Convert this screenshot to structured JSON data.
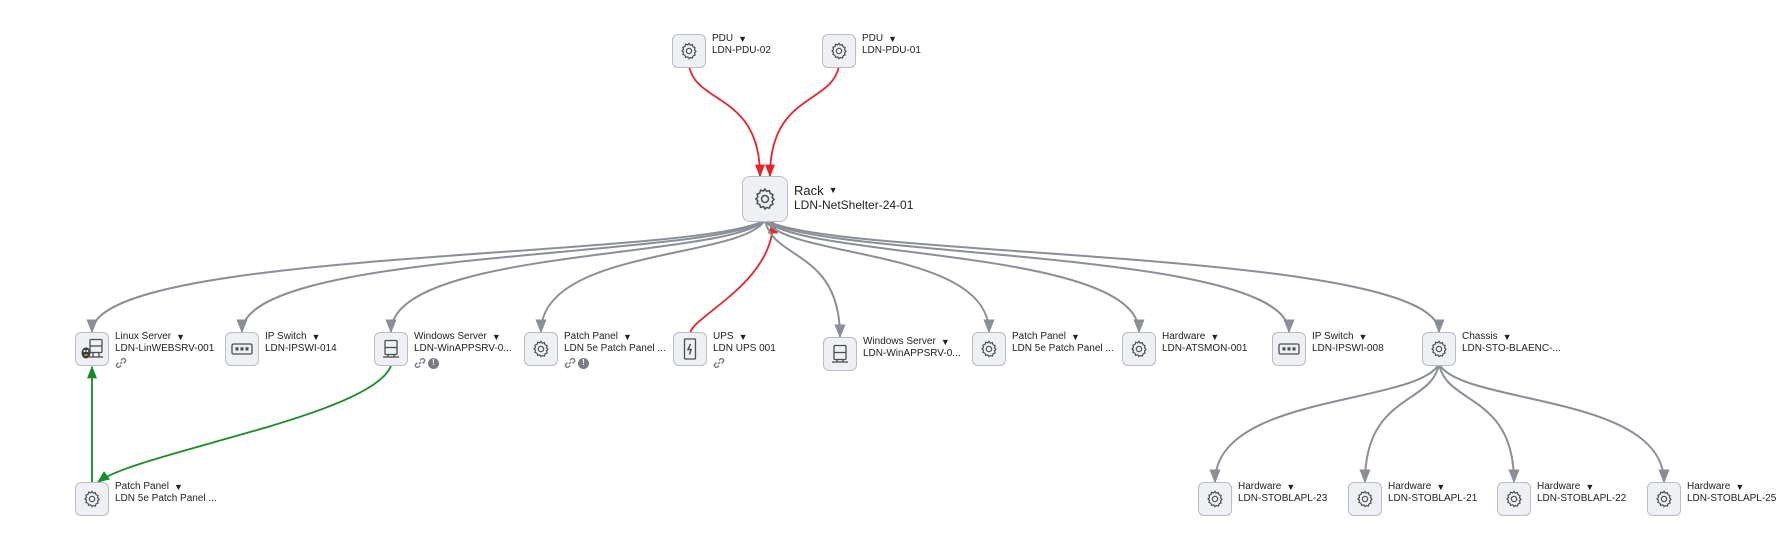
{
  "nodes": [
    {
      "id": "pdu2",
      "type": "PDU",
      "name": "LDN-PDU-02",
      "icon": "gear-icon"
    },
    {
      "id": "pdu1",
      "type": "PDU",
      "name": "LDN-PDU-01",
      "icon": "gear-icon"
    },
    {
      "id": "rack",
      "type": "Rack",
      "name": "LDN-NetShelter-24-01",
      "icon": "gear-icon",
      "big": true
    },
    {
      "id": "linux",
      "type": "Linux Server",
      "name": "LDN-LinWEBSRV-001",
      "icon": "linux-server-icon",
      "link": true
    },
    {
      "id": "ipsw14",
      "type": "IP Switch",
      "name": "LDN-IPSWI-014",
      "icon": "switch-icon"
    },
    {
      "id": "win1",
      "type": "Windows Server",
      "name": "LDN-WinAPPSRV-0...",
      "icon": "server-icon",
      "link": true,
      "warn": true
    },
    {
      "id": "pp1",
      "type": "Patch Panel",
      "name": "LDN 5e Patch Panel ...",
      "icon": "gear-icon",
      "link": true,
      "warn": true
    },
    {
      "id": "ups",
      "type": "UPS",
      "name": "LDN UPS 001",
      "icon": "ups-icon",
      "link": true
    },
    {
      "id": "win2",
      "type": "Windows Server",
      "name": "LDN-WinAPPSRV-0...",
      "icon": "server-icon"
    },
    {
      "id": "pp2",
      "type": "Patch Panel",
      "name": "LDN 5e Patch Panel ...",
      "icon": "gear-icon"
    },
    {
      "id": "hwatsm",
      "type": "Hardware",
      "name": "LDN-ATSMON-001",
      "icon": "gear-icon"
    },
    {
      "id": "ipsw8",
      "type": "IP Switch",
      "name": "LDN-IPSWI-008",
      "icon": "switch-icon"
    },
    {
      "id": "chassis",
      "type": "Chassis",
      "name": "LDN-STO-BLAENC-...",
      "icon": "gear-icon"
    },
    {
      "id": "pp3",
      "type": "Patch Panel",
      "name": "LDN 5e Patch Panel ...",
      "icon": "gear-icon"
    },
    {
      "id": "hw23",
      "type": "Hardware",
      "name": "LDN-STOBLAPL-23",
      "icon": "gear-icon"
    },
    {
      "id": "hw21",
      "type": "Hardware",
      "name": "LDN-STOBLAPL-21",
      "icon": "gear-icon"
    },
    {
      "id": "hw22",
      "type": "Hardware",
      "name": "LDN-STOBLAPL-22",
      "icon": "gear-icon"
    },
    {
      "id": "hw25",
      "type": "Hardware",
      "name": "LDN-STOBLAPL-25",
      "icon": "gear-icon"
    }
  ],
  "edges": [
    {
      "from": "pdu2",
      "to": "rack",
      "color": "#e8242b"
    },
    {
      "from": "pdu1",
      "to": "rack",
      "color": "#e8242b"
    },
    {
      "from": "ups",
      "to": "rack",
      "color": "#e8242b"
    },
    {
      "from": "rack",
      "to": "linux",
      "color": "#8a8e96"
    },
    {
      "from": "rack",
      "to": "ipsw14",
      "color": "#8a8e96"
    },
    {
      "from": "rack",
      "to": "win1",
      "color": "#8a8e96"
    },
    {
      "from": "rack",
      "to": "pp1",
      "color": "#8a8e96"
    },
    {
      "from": "rack",
      "to": "win2",
      "color": "#8a8e96"
    },
    {
      "from": "rack",
      "to": "pp2",
      "color": "#8a8e96"
    },
    {
      "from": "rack",
      "to": "hwatsm",
      "color": "#8a8e96"
    },
    {
      "from": "rack",
      "to": "ipsw8",
      "color": "#8a8e96"
    },
    {
      "from": "rack",
      "to": "chassis",
      "color": "#8a8e96"
    },
    {
      "from": "win1",
      "to": "pp3",
      "color": "#1a8a2a"
    },
    {
      "from": "pp3",
      "to": "linux",
      "color": "#1a8a2a"
    },
    {
      "from": "chassis",
      "to": "hw23",
      "color": "#8a8e96"
    },
    {
      "from": "chassis",
      "to": "hw21",
      "color": "#8a8e96"
    },
    {
      "from": "chassis",
      "to": "hw22",
      "color": "#8a8e96"
    },
    {
      "from": "chassis",
      "to": "hw25",
      "color": "#8a8e96"
    }
  ]
}
